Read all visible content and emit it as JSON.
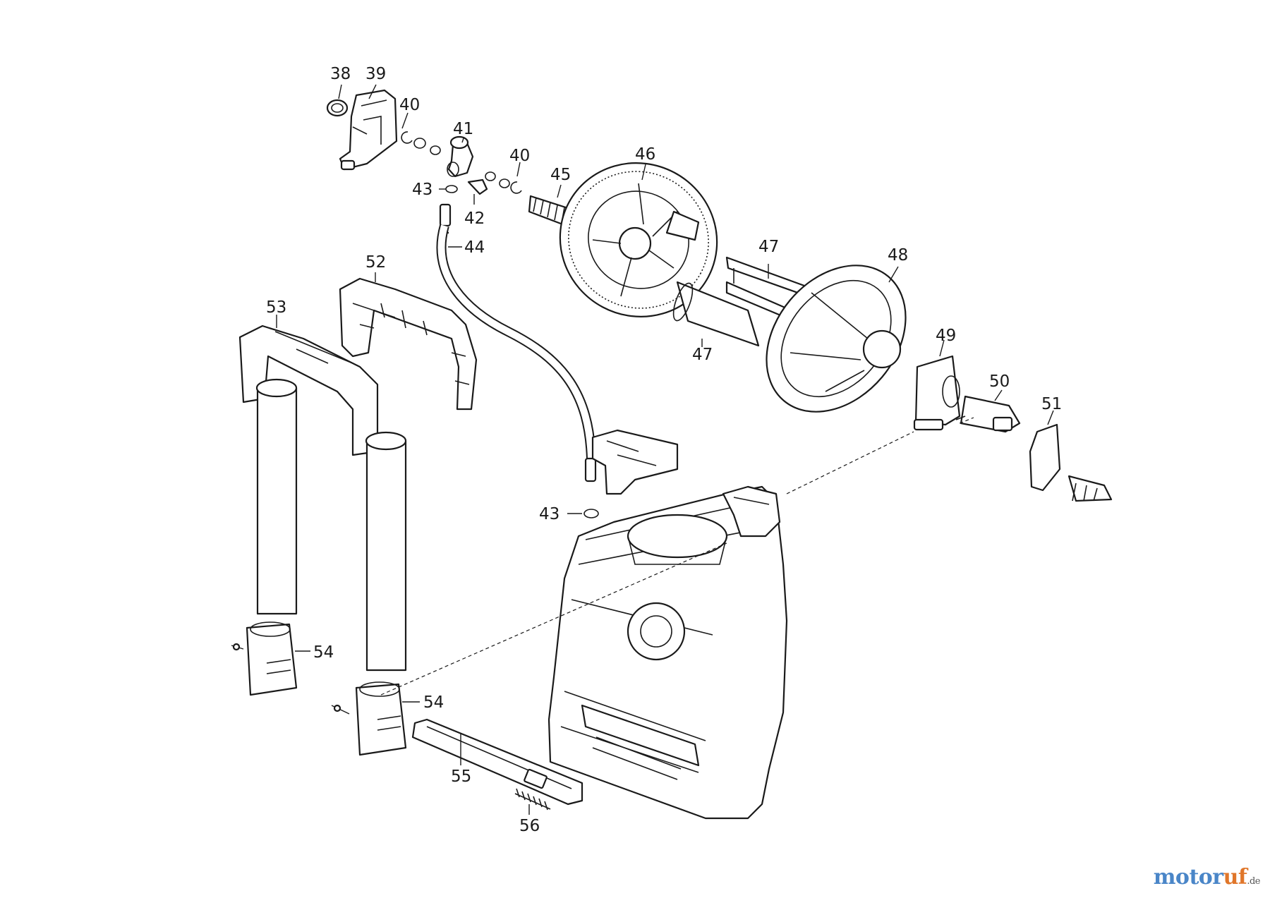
{
  "callouts": [
    {
      "id": "c38",
      "text": "38"
    },
    {
      "id": "c39",
      "text": "39"
    },
    {
      "id": "c40a",
      "text": "40"
    },
    {
      "id": "c41",
      "text": "41"
    },
    {
      "id": "c40b",
      "text": "40"
    },
    {
      "id": "c43a",
      "text": "43"
    },
    {
      "id": "c42",
      "text": "42"
    },
    {
      "id": "c45",
      "text": "45"
    },
    {
      "id": "c46",
      "text": "46"
    },
    {
      "id": "c44",
      "text": "44"
    },
    {
      "id": "c52",
      "text": "52"
    },
    {
      "id": "c53",
      "text": "53"
    },
    {
      "id": "c47a",
      "text": "47"
    },
    {
      "id": "c48",
      "text": "48"
    },
    {
      "id": "c47b",
      "text": "47"
    },
    {
      "id": "c49",
      "text": "49"
    },
    {
      "id": "c50",
      "text": "50"
    },
    {
      "id": "c51",
      "text": "51"
    },
    {
      "id": "c43b",
      "text": "43"
    },
    {
      "id": "c54a",
      "text": "54"
    },
    {
      "id": "c54b",
      "text": "54"
    },
    {
      "id": "c55",
      "text": "55"
    },
    {
      "id": "c56",
      "text": "56"
    }
  ],
  "watermark": {
    "brand_a": "motor",
    "brand_b": "uf",
    "suffix": ".de",
    "colors": {
      "brand_a": "#4a86c8",
      "brand_b": "#e0762a"
    }
  }
}
